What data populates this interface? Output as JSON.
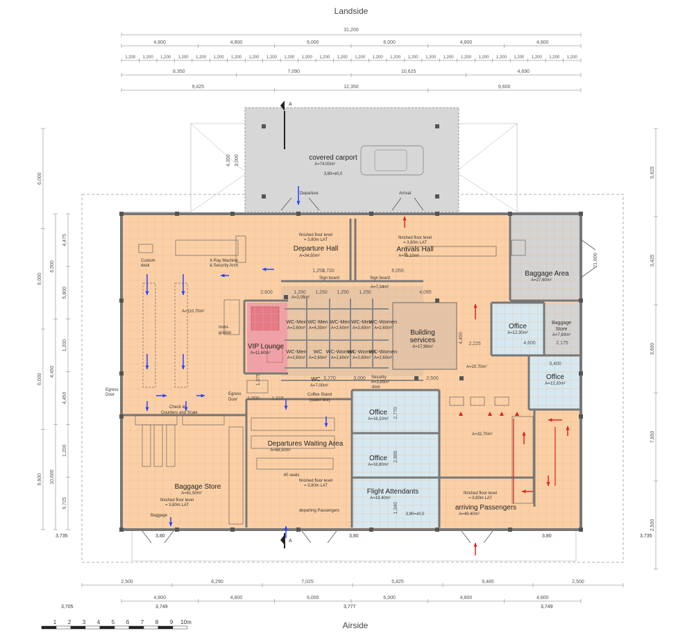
{
  "labels": {
    "landside": "Landside",
    "airside": "Airside",
    "section_mark": "A"
  },
  "rooms": {
    "covered_carport": {
      "name": "covered carport",
      "area": "A=74,00m²",
      "level": "3,80=±0,0"
    },
    "departure_hall": {
      "name": "Departure Hall",
      "area": "A=34,50m²",
      "level_note_1": "finished floor level",
      "level_note_2": "= 3,80m LAT"
    },
    "arrivals_hall": {
      "name": "Arrivals Hall",
      "area": "A=55,10m²",
      "level_note_1": "finished floor level",
      "level_note_2": "= 3,80m LAT"
    },
    "baggage_area": {
      "name": "Baggage Area",
      "area": "A=27,60m²"
    },
    "office_1": {
      "name": "Office",
      "area": "A=12,30m²"
    },
    "baggage_store_small": {
      "name_1": "Baggage",
      "name_2": "Store",
      "area": "A=7,60m²"
    },
    "office_2": {
      "name": "Office",
      "area": "A=12,20m²"
    },
    "vip_lounge": {
      "name": "VIP Lounge",
      "area": "A=11,60m²"
    },
    "building_services": {
      "name_1": "Building",
      "name_2": "services",
      "area": "A=17,96m²"
    },
    "office_3": {
      "name": "Office",
      "area": "A=16,10m²"
    },
    "office_4": {
      "name": "Office",
      "area": "A=16,80m²"
    },
    "flight_attendants": {
      "name": "Flight Attendants",
      "area": "A=19,40m²",
      "level": "3,80=±0,0"
    },
    "departures_waiting": {
      "name": "Departures Waiting Area",
      "area": "A=68,50m²",
      "seats": "40 seats",
      "level_note_1": "finished floor level",
      "level_note_2": "= 3,80m LAT"
    },
    "baggage_store": {
      "name": "Baggage Store",
      "area": "A=61,50m²",
      "level_note_1": "finished floor level",
      "level_note_2": "= 3,80m LAT"
    },
    "arriving": {
      "name": "arriving Passengers",
      "area": "A=49,40m²",
      "level_note_1": "finished floor level",
      "level_note_2": "= 3,80m LAT"
    },
    "main_hall_area": "A=110,70m²",
    "corridor_area": "A=20,70m²",
    "east_area": "A=32,70m²",
    "wc_corridor": "A=2,05m²",
    "wc_area": "A=7,34m²",
    "wc_main": {
      "name": "WC",
      "area": "A=7,00m²"
    },
    "security_door": {
      "line_1": "Security",
      "line_2": "door",
      "area": "A=3,85m²"
    },
    "wcs": [
      {
        "name": "WC",
        "sub": "Men",
        "area": "A=2,60m²"
      },
      {
        "name": "WC",
        "sub": "Men",
        "area": "A=4,30m²"
      },
      {
        "name": "WC",
        "sub": "Men",
        "area": "A=2,60m²"
      },
      {
        "name": "WC",
        "sub": "Men",
        "area": "A=2,60m²"
      },
      {
        "name": "WC",
        "sub": "Women",
        "area": "A=2,60m²"
      },
      {
        "name": "WC",
        "sub": "Men",
        "area": "A=2,60m²"
      },
      {
        "name": "WC",
        "sub": "",
        "area": "A=2,60m²"
      },
      {
        "name": "WC",
        "sub": "Women",
        "area": "A=2,60m²"
      },
      {
        "name": "WC",
        "sub": "Women",
        "area": "A=2,60m²"
      },
      {
        "name": "WC",
        "sub": "Women",
        "area": "A=2,60m²"
      }
    ]
  },
  "annotations": {
    "departure": "Departure",
    "arrival": "Arrival",
    "custom_desk_1": "Custom",
    "custom_desk_2": "desk",
    "xray_1": "X-Ray Machine",
    "xray_2": "& Security Arch",
    "immigration_1": "Immi-",
    "immigration_2": "gration",
    "egress_door_1": "Egress",
    "egress_door_2": "Door",
    "egress_door_3": "Egress",
    "egress_door_4": "Door",
    "check_in_1": "Check in",
    "check_in_2": "Counters and Scale",
    "sign_board_1": "Sign board",
    "sign_board_2": "Sign board",
    "coffee_1": "Coffee Stand",
    "coffee_2": "(water line)",
    "baggage": "Baggage",
    "departing_passengers": "departing Passengers"
  },
  "dimensions": {
    "top_total": "31,200",
    "top_row2": [
      "4,800",
      "4,800",
      "6,000",
      "6,000",
      "4,800",
      "4,800"
    ],
    "top_row3": [
      "1,200",
      "1,200",
      "1,200",
      "1,200",
      "1,200",
      "1,200",
      "1,200",
      "1,200",
      "1,200",
      "1,200",
      "1,200",
      "1,200",
      "1,200",
      "1,200",
      "1,200",
      "1,200",
      "1,200",
      "1,200",
      "1,200",
      "1,200",
      "1,200",
      "1,200",
      "1,200",
      "1,200",
      "1,200",
      "1,200"
    ],
    "top_row4": [
      "8,350",
      "7,090",
      "10,625",
      "4,690"
    ],
    "top_row5": [
      "9,425",
      "12,350",
      "9,600"
    ],
    "bottom_row1": [
      "2,500",
      "8,290",
      "7,025",
      "5,825",
      "9,485",
      "2,500"
    ],
    "bottom_row2": [
      "4,800",
      "4,800",
      "6,000",
      "6,000",
      "4,800",
      "4,800"
    ],
    "bottom_levels": [
      "3,705",
      "3,777",
      "3,749"
    ],
    "floor_levels": [
      "3,735",
      "3,735",
      "3,749",
      "3,80",
      "3,80",
      "3,80"
    ],
    "left_outer": [
      "6,000",
      "6,000",
      "6,000",
      "9,600"
    ],
    "left_mid": [
      "6,000",
      "4,450",
      "10,600"
    ],
    "left_inner": [
      "4,475",
      "5,800",
      "1,200",
      "4,450",
      "1,200",
      "9,725"
    ],
    "right_total": "21,600",
    "right_inner": [
      "5,825",
      "3,425",
      "3,600",
      "7,850",
      "2,500"
    ],
    "interior": [
      "1,720",
      "1,250",
      "6,055",
      "2,600",
      "1,250",
      "1,250",
      "1,250",
      "1,250",
      "4,095",
      "2,225",
      "4,600",
      "2,175",
      "3,400",
      "4,450",
      "1,375",
      "5,770",
      "3,000",
      "2,500",
      "1,000",
      "1,315",
      "2,770",
      "2,885",
      "1,340",
      "4,350",
      "3,000"
    ]
  },
  "scale_bar": [
    "1",
    "2",
    "3",
    "4",
    "5",
    "6",
    "7",
    "8",
    "9",
    "10m"
  ]
}
